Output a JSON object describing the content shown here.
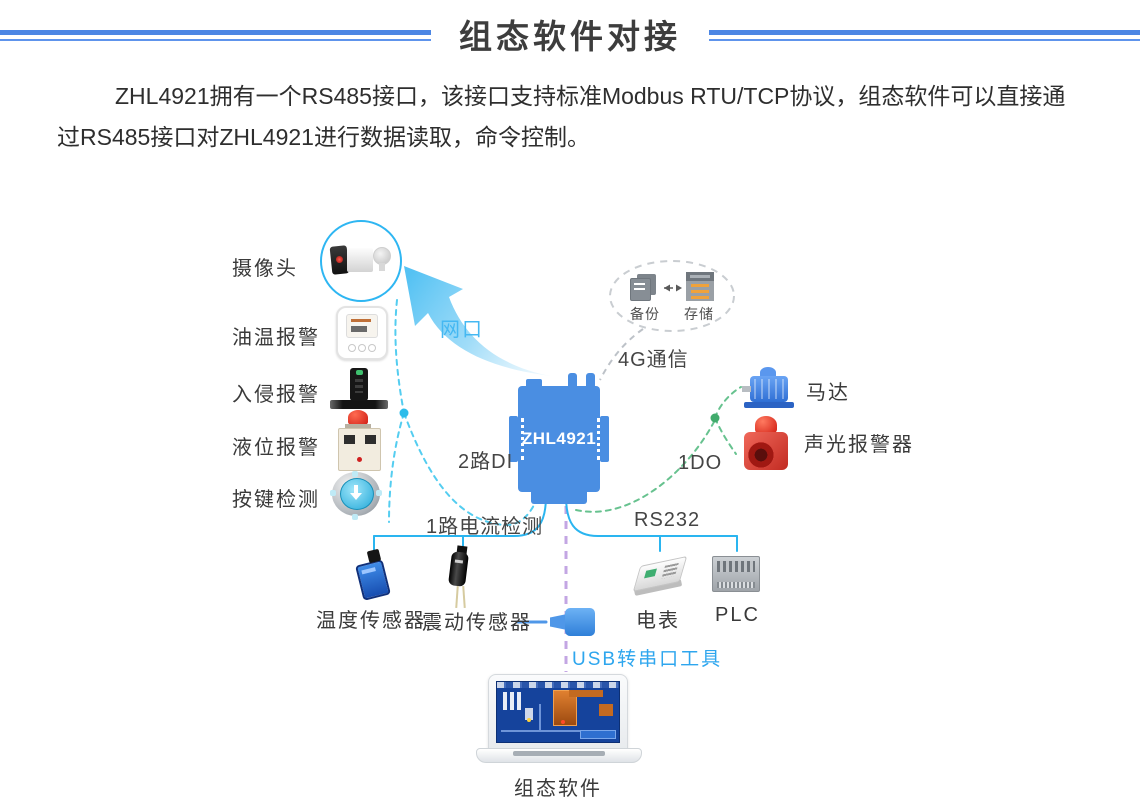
{
  "header": {
    "title": "组态软件对接"
  },
  "intro": {
    "text": "ZHL4921拥有一个RS485接口，该接口支持标准Modbus RTU/TCP协议，组态软件可以直接通过RS485接口对ZHL4921进行数据读取，命令控制。"
  },
  "diagram": {
    "device_label": "ZHL4921",
    "left_nodes": {
      "camera": "摄像头",
      "oil_temp": "油温报警",
      "intrusion": "入侵报警",
      "liquid_level": "液位报警",
      "button": "按键检测"
    },
    "ports": {
      "lan": "网口",
      "net4g": "4G通信",
      "di": "2路DI",
      "do": "1DO",
      "current": "1路电流检测",
      "rs232": "RS232",
      "usb": "USB转串口工具"
    },
    "cloud": {
      "backup": "备份",
      "storage": "存储"
    },
    "right_nodes": {
      "motor": "马达",
      "siren": "声光报警器"
    },
    "bottom_nodes": {
      "temp_sensor": "温度传感器",
      "vibration_sensor": "震动传感器",
      "meter": "电表",
      "plc": "PLC",
      "scada": "组态软件"
    }
  },
  "colors": {
    "rule_blue": "#4c86e4",
    "device_blue": "#4a8ee2",
    "cyan_dash": "#54cdf0",
    "green_dash": "#67c28f",
    "purple_dash": "#c3a6e3",
    "bracket_blue": "#2ab5f0",
    "port_label_blue": "#45b8f2",
    "arrow_blue": "#5fc6f4",
    "gray_dash": "#bdc2c8",
    "orange": "#f0a23a"
  }
}
